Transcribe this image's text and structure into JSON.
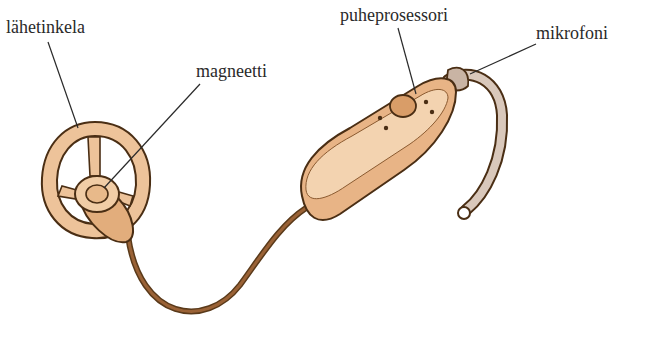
{
  "diagram": {
    "labels": [
      "lähetinkela",
      "magneetti",
      "puheprosessori",
      "mikrofoni"
    ]
  }
}
